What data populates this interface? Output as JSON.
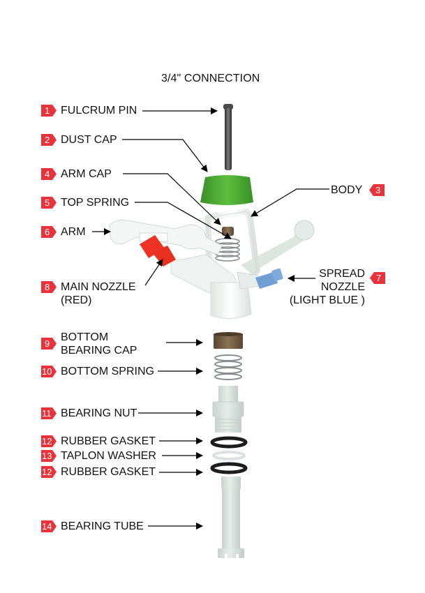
{
  "title": "3/4\" CONNECTION",
  "badge_color": "#e8333a",
  "parts": [
    {
      "num": "1",
      "label": "FULCRUM PIN",
      "part": "fulcrum-pin"
    },
    {
      "num": "2",
      "label": "DUST CAP",
      "part": "dust-cap"
    },
    {
      "num": "3",
      "label": "BODY",
      "part": "body"
    },
    {
      "num": "4",
      "label": "ARM CAP",
      "part": "arm-cap"
    },
    {
      "num": "5",
      "label": "TOP SPRING",
      "part": "top-spring"
    },
    {
      "num": "6",
      "label": "ARM",
      "part": "arm"
    },
    {
      "num": "7",
      "label_lines": [
        "SPREAD",
        "NOZZLE",
        "(LIGHT BLUE )"
      ],
      "part": "spread-nozzle"
    },
    {
      "num": "8",
      "label_lines": [
        "MAIN NOZZLE",
        "(RED)"
      ],
      "part": "main-nozzle"
    },
    {
      "num": "9",
      "label_lines": [
        "BOTTOM",
        "BEARING CAP"
      ],
      "part": "bottom-bearing-cap"
    },
    {
      "num": "10",
      "label": "BOTTOM SPRING",
      "part": "bottom-spring"
    },
    {
      "num": "11",
      "label": "BEARING NUT",
      "part": "bearing-nut"
    },
    {
      "num": "12",
      "label": "RUBBER GASKET",
      "part": "rubber-gasket"
    },
    {
      "num": "13",
      "label": "TAPLON WASHER",
      "part": "taplon-washer"
    },
    {
      "num": "12",
      "label": "RUBBER GASKET",
      "part": "rubber-gasket"
    },
    {
      "num": "14",
      "label": "BEARING TUBE",
      "part": "bearing-tube"
    }
  ],
  "colors": {
    "dust_cap": "#4aa832",
    "main_nozzle": "#ee3324",
    "spread_nozzle": "#6f9fd4",
    "bearing_cap": "#6e5a3e",
    "body": "#f2f5f3",
    "gasket": "#1c1c1c",
    "washer": "#eef0f2"
  }
}
